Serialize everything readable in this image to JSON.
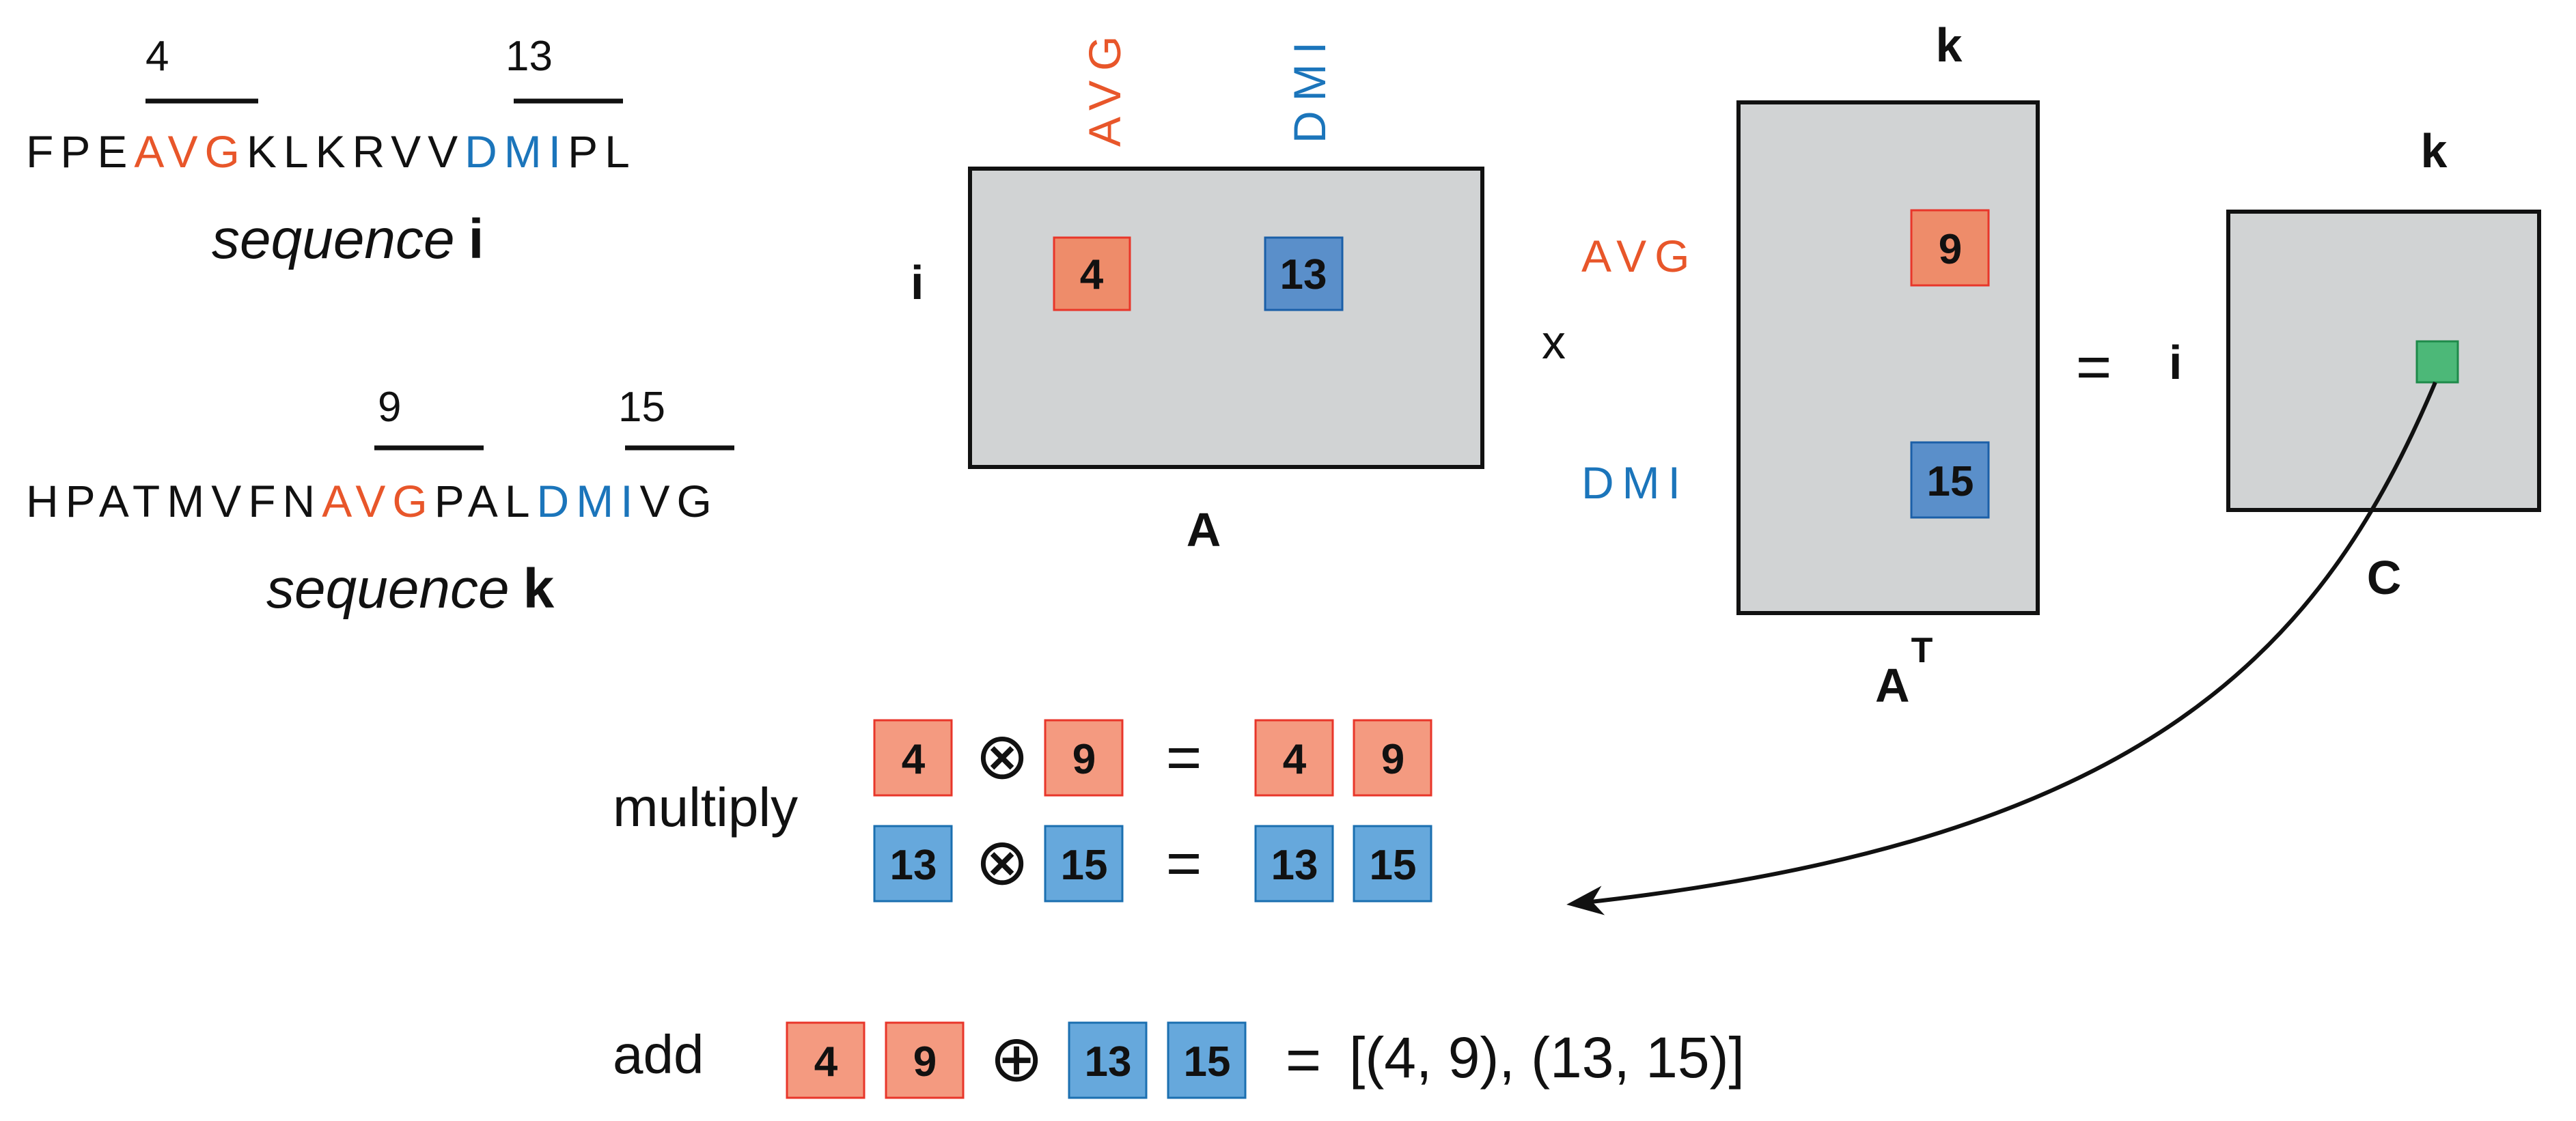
{
  "sequence_i": {
    "segments": [
      {
        "text": "FPE",
        "color": "#111111"
      },
      {
        "text": "AVG",
        "color": "#e8562a"
      },
      {
        "text": "KLKRVV",
        "color": "#111111"
      },
      {
        "text": "DMI",
        "color": "#1b75bb"
      },
      {
        "text": "PL",
        "color": "#111111"
      }
    ],
    "pos_avg": "4",
    "pos_dmi": "13",
    "caption_word": "sequence",
    "caption_var": "i"
  },
  "sequence_k": {
    "segments": [
      {
        "text": "HPATMVFN",
        "color": "#111111"
      },
      {
        "text": "AVG",
        "color": "#e8562a"
      },
      {
        "text": "PAL",
        "color": "#111111"
      },
      {
        "text": "DMI",
        "color": "#1b75bb"
      },
      {
        "text": "VG",
        "color": "#111111"
      }
    ],
    "pos_avg": "9",
    "pos_dmi": "15",
    "caption_word": "sequence",
    "caption_var": "k"
  },
  "matrix_a": {
    "col_avg": "AVG",
    "col_dmi": "DMI",
    "row_label": "i",
    "cell_avg": "4",
    "cell_dmi": "13",
    "name": "A"
  },
  "times_sign": "x",
  "matrix_at": {
    "col_label": "k",
    "row_avg": "AVG",
    "row_dmi": "DMI",
    "cell_avg": "9",
    "cell_dmi": "15",
    "name": "A",
    "superscript": "T"
  },
  "equals_sign": "=",
  "matrix_c": {
    "col_label": "k",
    "row_label": "i",
    "name": "C"
  },
  "multiply": {
    "label": "multiply",
    "row1": {
      "a": "4",
      "b": "9",
      "r1": "4",
      "r2": "9"
    },
    "row2": {
      "a": "13",
      "b": "15",
      "r1": "13",
      "r2": "15"
    },
    "otimes": "⊗",
    "equals": "="
  },
  "add": {
    "label": "add",
    "c1": "4",
    "c2": "9",
    "c3": "13",
    "c4": "15",
    "oplus": "⊕",
    "equals": "=",
    "result": "[(4, 9), (13, 15)]"
  },
  "colors": {
    "orange": "#e8562a",
    "blue": "#1b75bb",
    "matrix_fill": "#d1d3d4",
    "green": "#4cb878"
  }
}
